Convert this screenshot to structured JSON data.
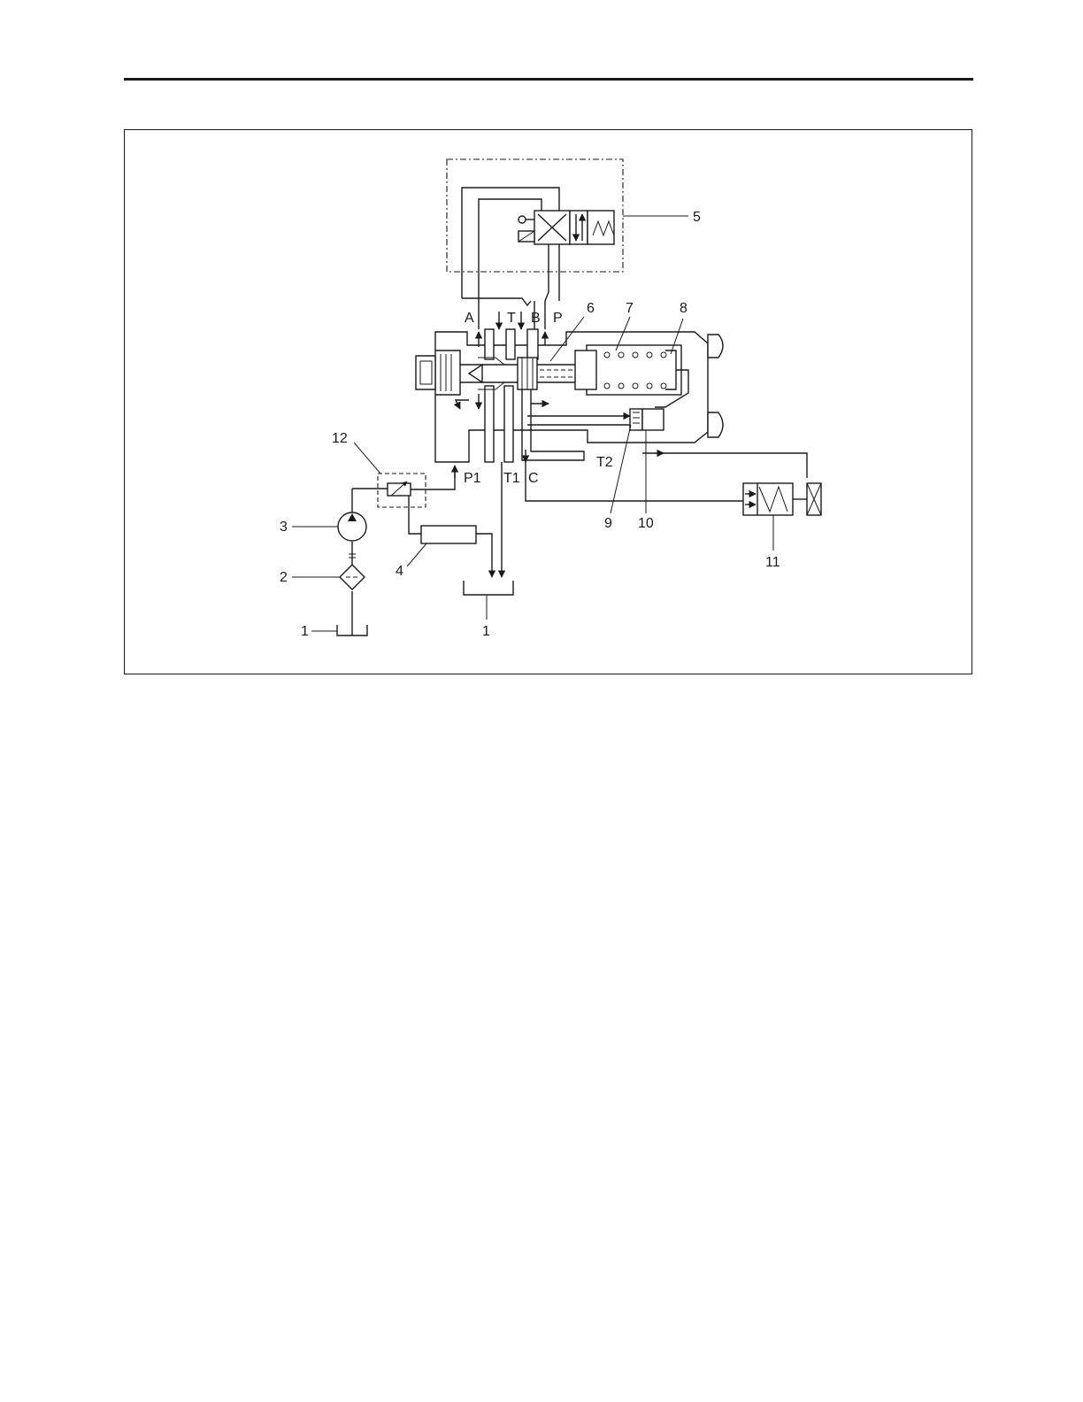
{
  "figure": {
    "callouts": {
      "c1_left": "1",
      "c1_center": "1",
      "c2": "2",
      "c3": "3",
      "c4": "4",
      "c5": "5",
      "c6": "6",
      "c7": "7",
      "c8": "8",
      "c9": "9",
      "c10": "10",
      "c11": "11",
      "c12": "12"
    },
    "ports": {
      "A": "A",
      "T": "T",
      "B": "B",
      "P": "P",
      "P1": "P1",
      "T1": "T1",
      "C": "C",
      "T2": "T2"
    }
  }
}
